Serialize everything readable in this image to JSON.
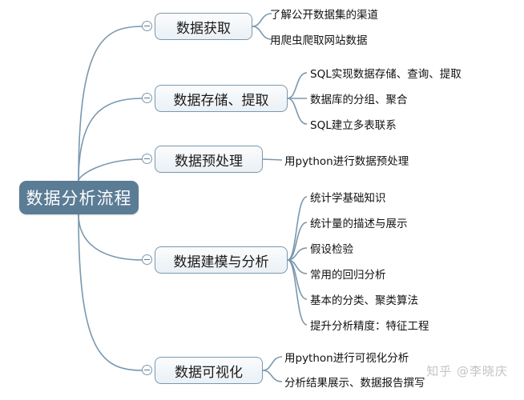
{
  "root": {
    "label": "数据分析流程"
  },
  "branches": [
    {
      "label": "数据获取",
      "children": [
        "了解公开数据集的渠道",
        "用爬虫爬取网站数据"
      ]
    },
    {
      "label": "数据存储、提取",
      "children": [
        "SQL实现数据存储、查询、提取",
        "数据库的分组、聚合",
        "SQL建立多表联系"
      ]
    },
    {
      "label": "数据预处理",
      "children": [
        "用python进行数据预处理"
      ]
    },
    {
      "label": "数据建模与分析",
      "children": [
        "统计学基础知识",
        "统计量的描述与展示",
        "假设检验",
        "常用的回归分析",
        "基本的分类、聚类算法",
        "提升分析精度：特征工程"
      ]
    },
    {
      "label": "数据可视化",
      "children": [
        "用python进行可视化分析",
        "分析结果展示、数据报告撰写"
      ]
    }
  ],
  "watermark": "知乎 @李晓庆",
  "colors": {
    "root_fill": "#5b7c95",
    "branch_border": "#7a98ae",
    "line": "#7a98ae"
  }
}
